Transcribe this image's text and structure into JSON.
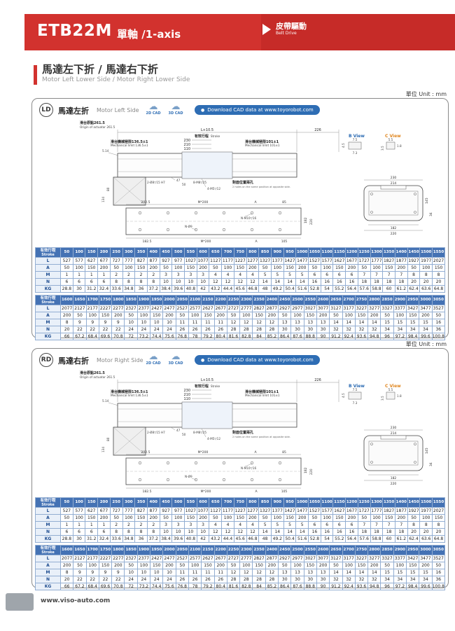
{
  "header": {
    "model": "ETB22M",
    "subtitle": "單軸 /1-axis",
    "drive_cn": "皮帶驅動",
    "drive_en": "Belt Drive"
  },
  "section": {
    "title_cn": "馬達左下折 / 馬達右下折",
    "title_en": "Motor Left Lower Side / Motor Right Lower Side"
  },
  "unit": "單位 Unit : mm",
  "cad": {
    "c2d": "2D CAD",
    "c3d": "3D CAD",
    "download": "Download CAD data at www.toyorobot.com"
  },
  "panels": [
    {
      "badge": "LD",
      "title_cn": "馬達左折",
      "title_en": "Motor Left Side"
    },
    {
      "badge": "RD",
      "title_cn": "馬達右折",
      "title_en": "Motor Right Side"
    }
  ],
  "drawing": {
    "origin_cn": "滑台原點261.5",
    "origin_en": "Origin of actuator 261.5",
    "length_label": "L+10.5",
    "stroke_cn": "有效行程",
    "stroke_en": "Stroke",
    "dim_226": "226",
    "mech_limit_left_cn": "滑台機械極限136.5±1",
    "mech_limit_left_en": "Mechanical limit 136.5±1",
    "mech_limit_right_cn": "滑台機械極限101±1",
    "mech_limit_right_en": "Mechanical limit 101±1",
    "dim_230": "230",
    "dim_210": "210",
    "dim_110": "110",
    "dim_514": "5.14",
    "b_view": "B View",
    "c_view": "C View",
    "b_dim1": "7.5",
    "b_dim2": "7.3",
    "b_dim3": "4.5",
    "c_dim1": "5.5",
    "c_dim2": "1.8",
    "c_dim3": "3.5",
    "callout_dowel": "2-Ø8▽15 H7",
    "dim_47": "47",
    "dim_50": "50",
    "callout_m8": "8-M8▽25",
    "callout_m5": "4-M5▽12",
    "opposite_cn": "對面位置兩孔",
    "opposite_en": "2 holes on the same position at opposite side.",
    "dim_80": "80",
    "dim_134": "134",
    "dim_2025": "202.5",
    "pitch": "M*200",
    "a_label": "A",
    "dim_85": "85",
    "callout_m10": "N-M10▽16",
    "callout_o9": "N-Ø9",
    "dim_1825": "182.5",
    "dim_105": "105",
    "plan_dim_182": "182",
    "plan_dim_220": "220",
    "end_width_outer": "230",
    "end_width_inner": "214",
    "end_dim_182": "182",
    "end_dim_220": "220",
    "end_dim_145": "145",
    "end_dim_34": "34"
  },
  "tables": [
    {
      "header_cn": "有效行程",
      "header_en": "Stroke",
      "columns": [
        50,
        100,
        150,
        200,
        250,
        300,
        350,
        400,
        450,
        500,
        550,
        600,
        650,
        700,
        750,
        800,
        850,
        900,
        950,
        1000,
        1050,
        1100,
        1150,
        1200,
        1250,
        1300,
        1350,
        1400,
        1450,
        1500,
        1550
      ],
      "rows": [
        {
          "label": "L",
          "values": [
            527,
            577,
            627,
            677,
            727,
            777,
            827,
            877,
            927,
            977,
            1027,
            1077,
            1127,
            1177,
            1227,
            1277,
            1327,
            1377,
            1427,
            1477,
            1527,
            1577,
            1627,
            1677,
            1727,
            1777,
            1827,
            1877,
            1927,
            1977,
            2027
          ]
        },
        {
          "label": "A",
          "values": [
            50,
            100,
            150,
            200,
            50,
            100,
            150,
            200,
            50,
            100,
            150,
            200,
            50,
            100,
            150,
            200,
            50,
            100,
            150,
            200,
            50,
            100,
            150,
            200,
            50,
            100,
            150,
            200,
            50,
            100,
            150
          ]
        },
        {
          "label": "M",
          "values": [
            1,
            1,
            1,
            1,
            2,
            2,
            2,
            2,
            3,
            3,
            3,
            3,
            4,
            4,
            4,
            4,
            5,
            5,
            5,
            5,
            6,
            6,
            6,
            6,
            7,
            7,
            7,
            7,
            8,
            8,
            8
          ]
        },
        {
          "label": "N",
          "values": [
            6,
            6,
            6,
            6,
            8,
            8,
            8,
            8,
            10,
            10,
            10,
            10,
            12,
            12,
            12,
            12,
            14,
            14,
            14,
            14,
            16,
            16,
            16,
            16,
            18,
            18,
            18,
            18,
            20,
            20,
            20
          ]
        },
        {
          "label": "KG",
          "values": [
            28.8,
            30,
            31.2,
            32.4,
            33.6,
            34.8,
            36,
            37.2,
            38.4,
            39.6,
            40.8,
            42,
            43.2,
            44.4,
            45.6,
            46.8,
            48,
            49.2,
            50.4,
            51.6,
            52.8,
            54,
            55.2,
            56.4,
            57.6,
            58.8,
            60,
            61.2,
            62.4,
            63.6,
            64.8
          ]
        }
      ]
    },
    {
      "header_cn": "有效行程",
      "header_en": "Stroke",
      "columns": [
        1600,
        1650,
        1700,
        1750,
        1800,
        1850,
        1900,
        1950,
        2000,
        2050,
        2100,
        2150,
        2200,
        2250,
        2300,
        2350,
        2400,
        2450,
        2500,
        2550,
        2600,
        2650,
        2700,
        2750,
        2800,
        2850,
        2900,
        2950,
        3000,
        3050
      ],
      "rows": [
        {
          "label": "L",
          "values": [
            2077,
            2127,
            2177,
            2227,
            2277,
            2327,
            2377,
            2427,
            2477,
            2527,
            2577,
            2627,
            2677,
            2727,
            2777,
            2827,
            2877,
            2927,
            2977,
            3027,
            3077,
            3127,
            3177,
            3227,
            3277,
            3327,
            3377,
            3427,
            3477,
            3527
          ]
        },
        {
          "label": "A",
          "values": [
            200,
            50,
            100,
            150,
            200,
            50,
            100,
            150,
            200,
            50,
            100,
            150,
            200,
            50,
            100,
            150,
            200,
            50,
            100,
            150,
            200,
            50,
            100,
            150,
            200,
            50,
            100,
            150,
            200,
            50
          ]
        },
        {
          "label": "M",
          "values": [
            8,
            9,
            9,
            9,
            9,
            10,
            10,
            10,
            10,
            11,
            11,
            11,
            11,
            12,
            12,
            12,
            12,
            13,
            13,
            13,
            13,
            14,
            14,
            14,
            14,
            15,
            15,
            15,
            15,
            16
          ]
        },
        {
          "label": "N",
          "values": [
            20,
            22,
            22,
            22,
            22,
            24,
            24,
            24,
            24,
            26,
            26,
            26,
            26,
            28,
            28,
            28,
            28,
            30,
            30,
            30,
            30,
            32,
            32,
            32,
            32,
            34,
            34,
            34,
            34,
            36
          ]
        },
        {
          "label": "KG",
          "values": [
            66,
            67.2,
            68.4,
            69.6,
            70.8,
            72,
            73.2,
            74.4,
            75.6,
            76.8,
            78,
            79.2,
            80.4,
            81.6,
            82.8,
            84,
            85.2,
            86.4,
            87.6,
            88.8,
            90,
            91.2,
            92.4,
            93.6,
            94.8,
            96,
            97.2,
            98.4,
            99.6,
            100.8
          ]
        }
      ]
    }
  ],
  "footer": {
    "url": "www.viso-auto.com"
  }
}
